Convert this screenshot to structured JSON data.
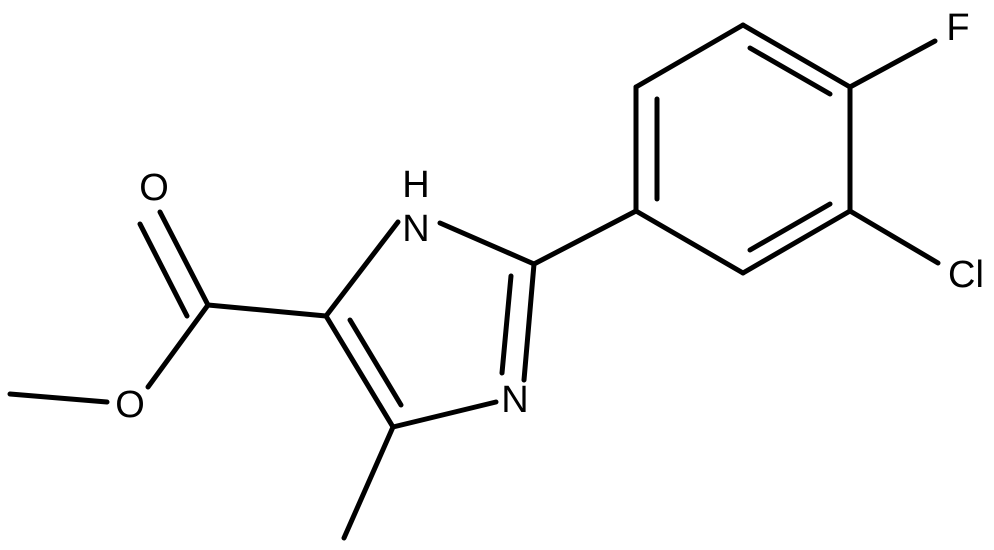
{
  "molecule": {
    "atoms": {
      "fluorine": "F",
      "chlorine": "Cl",
      "nh_nitrogen": "N",
      "nh_hydrogen": "H",
      "ring_nitrogen": "N",
      "carbonyl_oxygen": "O",
      "ester_oxygen": "O"
    }
  },
  "colors": {
    "bond": "#000000",
    "label": "#000000",
    "background": "#ffffff"
  }
}
